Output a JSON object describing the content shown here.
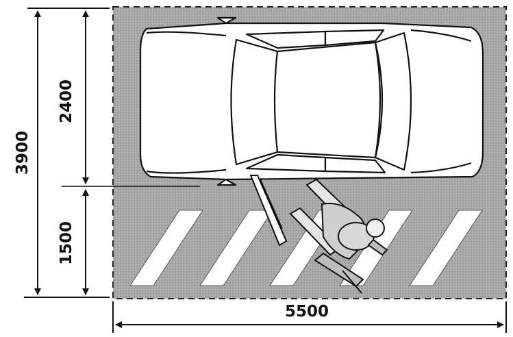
{
  "dimensions": {
    "total_depth": "3900",
    "car_zone_depth": "2400",
    "access_zone_depth": "1500",
    "bay_width": "5500"
  },
  "colors": {
    "surface": "#a9a9a9",
    "stripe": "#ffffff",
    "ink": "#111111",
    "car_body": "#ffffff"
  },
  "icons": [
    "car-icon",
    "wheelchair-user-icon"
  ]
}
